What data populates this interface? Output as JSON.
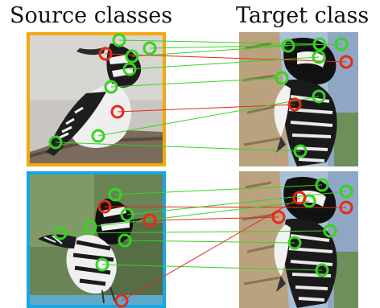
{
  "headings": {
    "source": "Source classes",
    "target": "Target class"
  },
  "colors": {
    "top_source_frame": "#F2A90F",
    "bottom_source_frame": "#18A6E0",
    "match_good": "#35D41F",
    "match_bad": "#E62A17"
  },
  "panels": {
    "top_left": "source bird (hairy/downy woodpecker) on branch",
    "bottom_left": "source bird (black-and-white warbler)",
    "top_right": "target bird (red-cockaded woodpecker) on tree trunk",
    "bottom_right": "target bird (red-cockaded woodpecker) on tree trunk"
  }
}
